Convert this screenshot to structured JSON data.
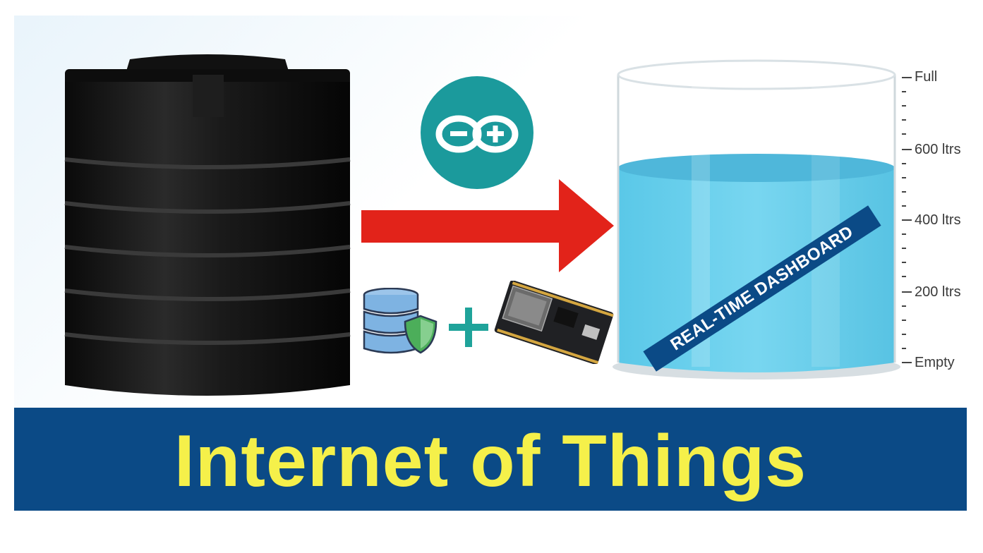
{
  "banner": {
    "title": "Internet of Things"
  },
  "gauge": {
    "labels": [
      "Full",
      "600 ltrs",
      "400 ltrs",
      "200 ltrs",
      "Empty"
    ],
    "fill_fraction": 0.73,
    "overlay_text": "REAL-TIME DASHBOARD"
  },
  "icons": [
    "water-tank-icon",
    "arduino-logo-icon",
    "arrow-right-icon",
    "database-shield-icon",
    "plus-icon",
    "nodemcu-board-icon"
  ],
  "colors": {
    "banner_bg": "#0b4a86",
    "banner_text": "#f5f04a",
    "arrow": "#e2231a",
    "water": "#5ac8e8",
    "arduino": "#1b9a9c"
  }
}
